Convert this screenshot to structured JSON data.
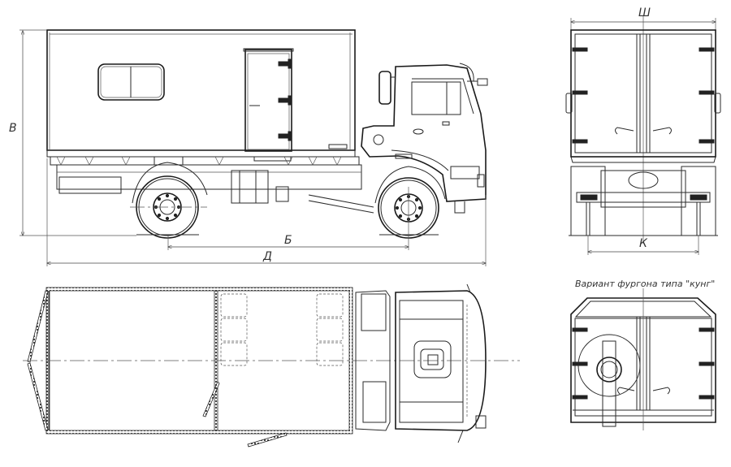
{
  "drawing": {
    "type": "technical-drawing",
    "subject": "truck with box body (van) — side, top and rear views",
    "views": [
      {
        "name": "side-view",
        "description": "Side elevation of truck with box van body"
      },
      {
        "name": "rear-view",
        "description": "Rear elevation with double doors"
      },
      {
        "name": "top-view",
        "description": "Plan view with cab and interior layout"
      },
      {
        "name": "rear-view-kung",
        "description": "Rear elevation of 'kung' type van variant"
      }
    ]
  },
  "dimensions": {
    "height_label": "В",
    "wheelbase_label": "Б",
    "length_label": "Д",
    "width_label": "Ш",
    "track_label": "К"
  },
  "captions": {
    "kung_variant": "Вариант фургона типа \"кунг\""
  },
  "colors": {
    "line": "#2a2a2a",
    "background": "#ffffff"
  }
}
